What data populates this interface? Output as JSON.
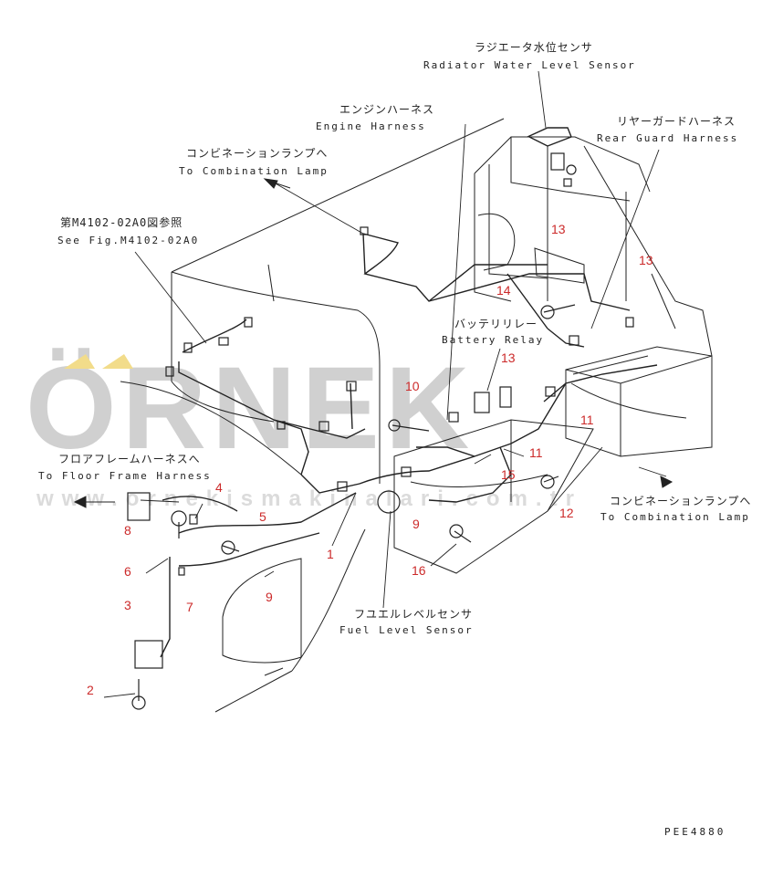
{
  "drawing_code": "PEE4880",
  "labels": {
    "radiator_jp": "ラジエータ水位センサ",
    "radiator_en": "Radiator Water Level Sensor",
    "engine_jp": "エンジンハーネス",
    "engine_en": "Engine Harness",
    "rear_guard_jp": "リヤーガードハーネス",
    "rear_guard_en": "Rear Guard Harness",
    "combination_top_jp": "コンビネーションランプへ",
    "combination_top_en": "To Combination Lamp",
    "see_fig_jp": "第M4102-02A0図参照",
    "see_fig_en": "See Fig.M4102-02A0",
    "battery_jp": "バッテリリレー",
    "battery_en": "Battery Relay",
    "floor_jp": "フロアフレームハーネスへ",
    "floor_en": "To Floor Frame Harness",
    "combination_right_jp": "コンビネーションランプへ",
    "combination_right_en": "To Combination Lamp",
    "fuel_jp": "フユエルレベルセンサ",
    "fuel_en": "Fuel Level Sensor"
  },
  "part_numbers": {
    "p1": "1",
    "p2": "2",
    "p3": "3",
    "p4": "4",
    "p5": "5",
    "p6": "6",
    "p7": "7",
    "p8": "8",
    "p9a": "9",
    "p9b": "9",
    "p10": "10",
    "p11a": "11",
    "p11b": "11",
    "p12": "12",
    "p13a": "13",
    "p13b": "13",
    "p13c": "13",
    "p14": "14",
    "p15": "15",
    "p16": "16"
  },
  "watermark": {
    "brand": "ÖRNEK",
    "url": "www.ornekismakinalari.com.tr"
  },
  "colors": {
    "line": "#222222",
    "part_number": "#cc2a2a",
    "watermark_gray": "#aaaaaa",
    "watermark_accent": "#f2dc8a"
  }
}
